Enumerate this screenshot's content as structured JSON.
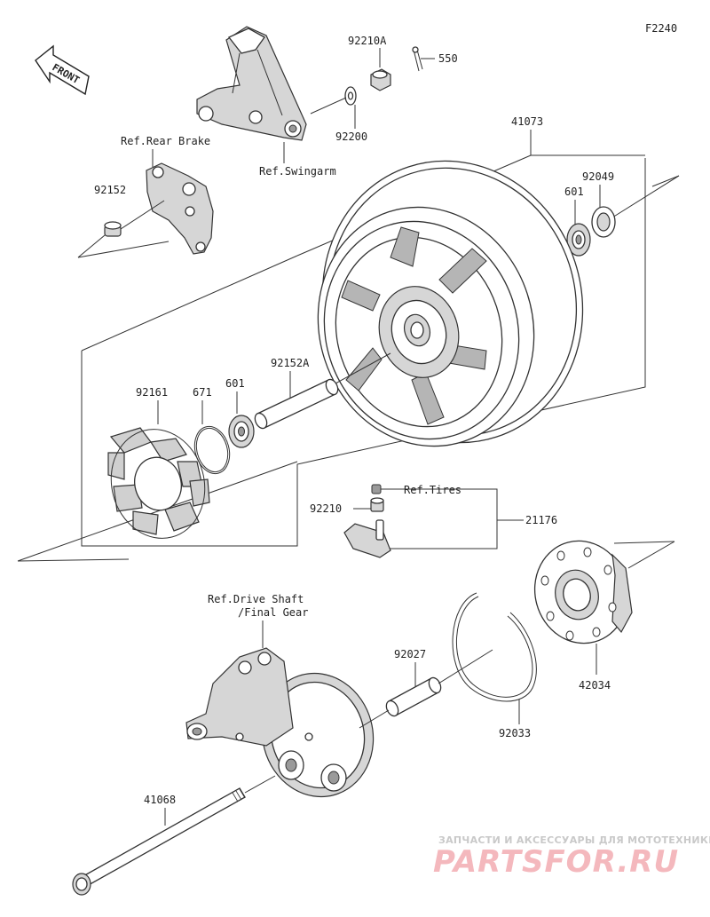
{
  "figure_code": "F2240",
  "front_label": "FRONT",
  "parts": {
    "p92210A": "92210A",
    "p550": "550",
    "p92200": "92200",
    "p41073": "41073",
    "p92049": "92049",
    "p601_top": "601",
    "p92152": "92152",
    "p92152A": "92152A",
    "p92161": "92161",
    "p671": "671",
    "p601_mid": "601",
    "p92210": "92210",
    "p21176": "21176",
    "p92027": "92027",
    "p42034": "42034",
    "p92033": "92033",
    "p41068": "41068"
  },
  "refs": {
    "rear_brake": "Ref.Rear Brake",
    "swingarm": "Ref.Swingarm",
    "tires": "Ref.Tires",
    "drive_shaft_line1": "Ref.Drive Shaft",
    "drive_shaft_line2": "/Final Gear"
  },
  "watermark": {
    "subtitle": "ЗАПЧАСТИ И АКСЕССУАРЫ ДЛЯ МОТОТЕХНИКИ",
    "brand": "PARTSFOR.RU"
  }
}
